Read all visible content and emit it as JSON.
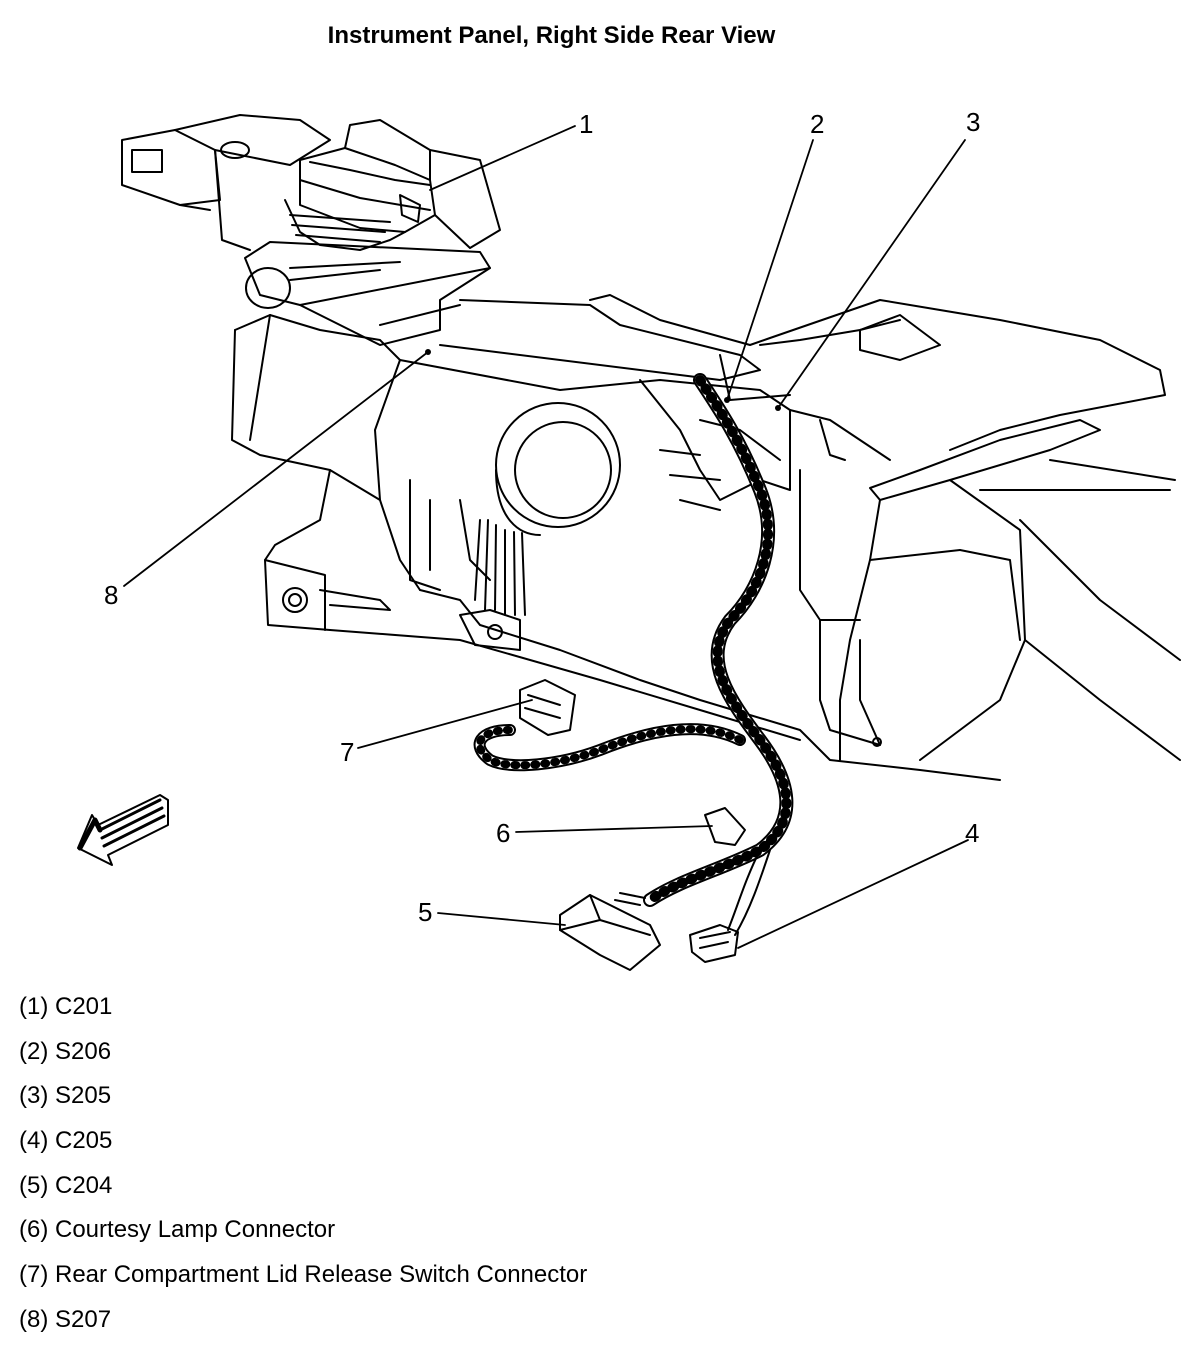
{
  "title": "Instrument Panel, Right Side Rear View",
  "callouts": [
    "1",
    "2",
    "3",
    "4",
    "5",
    "6",
    "7",
    "8"
  ],
  "legend": [
    "(1) C201",
    "(2) S206",
    "(3) S205",
    "(4) C205",
    "(5) C204",
    "(6) Courtesy Lamp Connector",
    "(7) Rear Compartment Lid Release Switch Connector",
    "(8) S207"
  ]
}
